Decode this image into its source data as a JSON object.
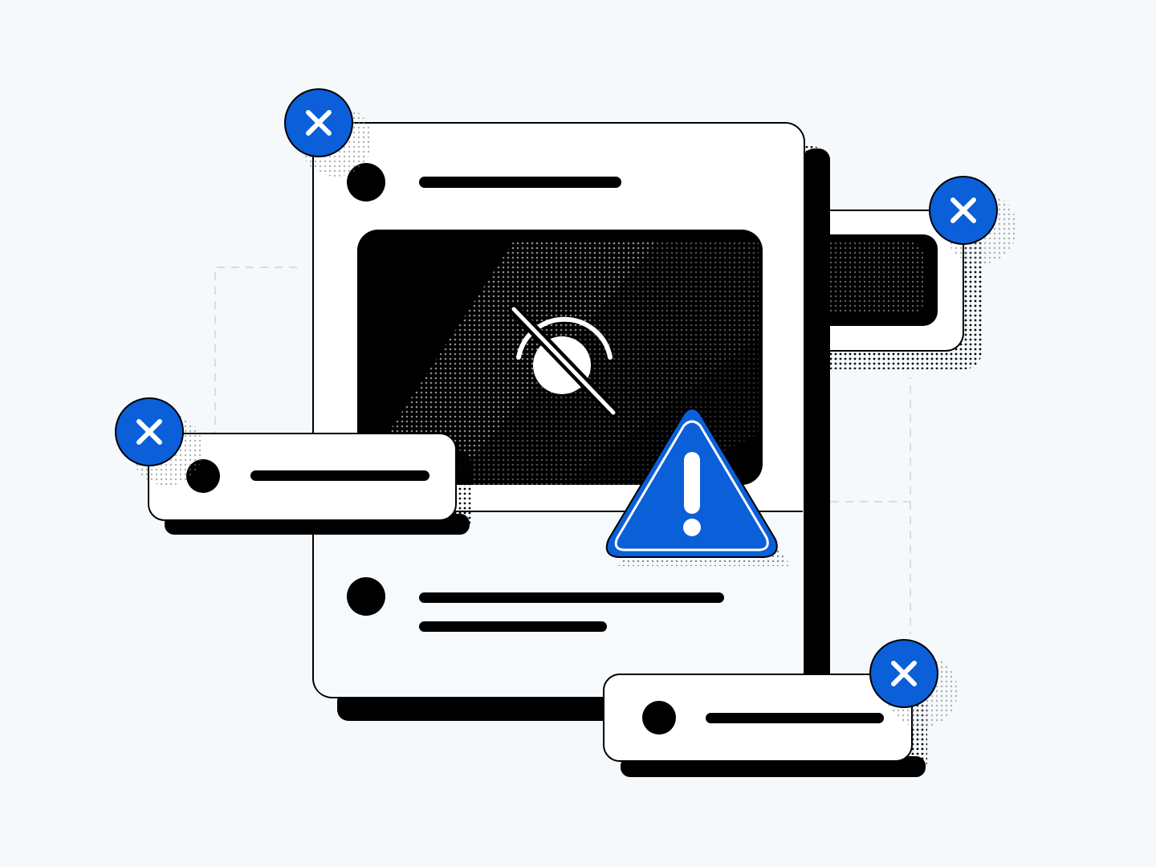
{
  "colors": {
    "background": "#f5f9fb",
    "accent_blue": "#0b5fd8",
    "ink": "#000000",
    "paper": "#ffffff",
    "guide_line": "#dcdcdc"
  },
  "scene": {
    "main_card": {
      "media": {
        "state": "hidden",
        "icon": "eye-slash-icon"
      }
    },
    "warning": {
      "icon": "warning-triangle-icon"
    },
    "notifications": [
      {
        "name": "notification-top-right",
        "dismiss_icon": "close-icon"
      },
      {
        "name": "notification-left",
        "dismiss_icon": "close-icon"
      },
      {
        "name": "notification-bottom-right",
        "dismiss_icon": "close-icon"
      }
    ],
    "main_card_dismiss_icon": "close-icon"
  }
}
